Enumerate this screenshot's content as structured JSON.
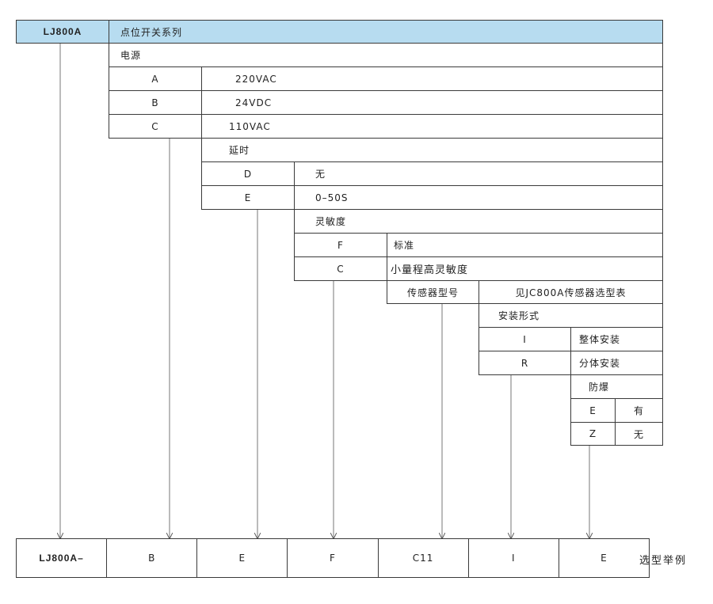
{
  "header": {
    "model": "LJ800A",
    "series": "点位开关系列"
  },
  "power": {
    "title": "电源",
    "options": [
      {
        "code": "A",
        "value": "220VAC"
      },
      {
        "code": "B",
        "value": "24VDC"
      },
      {
        "code": "C",
        "value": "110VAC"
      }
    ]
  },
  "delay": {
    "title": "延时",
    "options": [
      {
        "code": "D",
        "value": "无"
      },
      {
        "code": "E",
        "value": "0–50S"
      }
    ]
  },
  "sensitivity": {
    "title": "灵敏度",
    "options": [
      {
        "code": "F",
        "value": "标准"
      },
      {
        "code": "C",
        "value": "小量程高灵敏度"
      }
    ]
  },
  "sensor": {
    "title": "传感器型号",
    "note": "见JC800A传感器选型表"
  },
  "install": {
    "title": "安装形式",
    "options": [
      {
        "code": "I",
        "value": "整体安装"
      },
      {
        "code": "R",
        "value": "分体安装"
      }
    ]
  },
  "explosion": {
    "title": "防爆",
    "options": [
      {
        "code": "E",
        "value": "有"
      },
      {
        "code": "Z",
        "value": "无"
      }
    ]
  },
  "example": {
    "cells": [
      "LJ800A–",
      "B",
      "E",
      "F",
      "C11",
      "I",
      "E"
    ],
    "label": "选型举例"
  }
}
